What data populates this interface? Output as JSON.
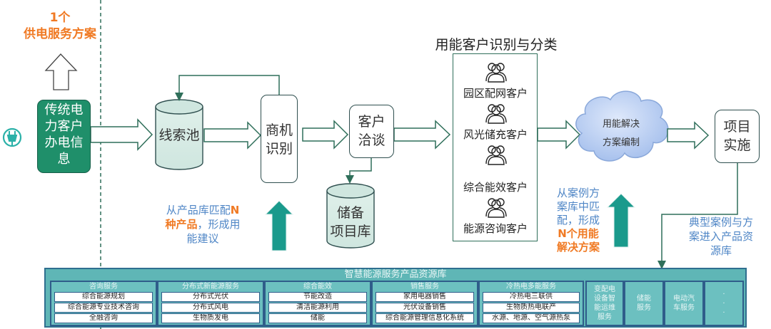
{
  "top_left": {
    "count_label": "1个",
    "result_label": "供电服务方案"
  },
  "nodes": {
    "source": "传统电力客户办电信息",
    "source_lines": [
      "传统电",
      "力客户",
      "办电信",
      "息"
    ],
    "lead_pool": "线索池",
    "opportunity": [
      "商机",
      "识别"
    ],
    "negotiation": [
      "客户",
      "洽谈"
    ],
    "reserve": [
      "储备",
      "项目库"
    ],
    "classification_title": "用能客户识别与分类",
    "customers": [
      "园区配网客户",
      "风光储充客户",
      "综合能效客户",
      "能源咨询客户"
    ],
    "solution": [
      "用能解决",
      "方案编制"
    ],
    "implementation": [
      "项目",
      "实施"
    ]
  },
  "annotations": {
    "product_match": {
      "line1_prefix": "从产品库匹配",
      "line1_highlight": "N",
      "line2_highlight": "种产品",
      "line2_suffix": "，形成用",
      "line3": "能建议"
    },
    "case_match": {
      "lines": [
        "从案例方",
        "案库中匹",
        "配，形成"
      ],
      "highlight_lines": [
        "N个用能",
        "解决方案"
      ]
    },
    "feedback": [
      "典型案例与方",
      "案进入产品资",
      "源库"
    ]
  },
  "library": {
    "title": "智慧能源服务产品资源库",
    "categories": [
      {
        "name": "咨询服务",
        "items": [
          "综合能源规划",
          "综合能源专业技术咨询",
          "全融咨询"
        ]
      },
      {
        "name": "分布式新能源服务",
        "items": [
          "分布式光伏",
          "分布式风电",
          "生物质发电"
        ]
      },
      {
        "name": "综合能效",
        "items": [
          "节能改造",
          "清洁能源利用",
          "储能"
        ]
      },
      {
        "name": "销售服务",
        "items": [
          "家用电器销售",
          "光伏设备销售",
          "综合能源管理信息化系统"
        ]
      },
      {
        "name": "冷热电多能服务",
        "items": [
          "冷热电三联供",
          "生物质热电联产",
          "水源、地源、空气源热泵"
        ]
      }
    ],
    "standalone": [
      "变配电设备智能运维服务",
      "储能服务",
      "电动汽车服务",
      "···"
    ],
    "standalone_lines": [
      [
        "变配电",
        "设备智",
        "能运维",
        "服务"
      ],
      [
        "储能",
        "服务"
      ],
      [
        "电动汽",
        "车服务"
      ],
      [
        "·",
        "·",
        "·"
      ]
    ]
  },
  "colors": {
    "teal": "#1a9a8c",
    "dark_green": "#2f6f5a",
    "source_fill": "#1f8f6a",
    "orange": "#f07a24",
    "blue_text": "#4f86c6",
    "cloud": "#b7cdf2",
    "library": "#5fb6b6"
  }
}
